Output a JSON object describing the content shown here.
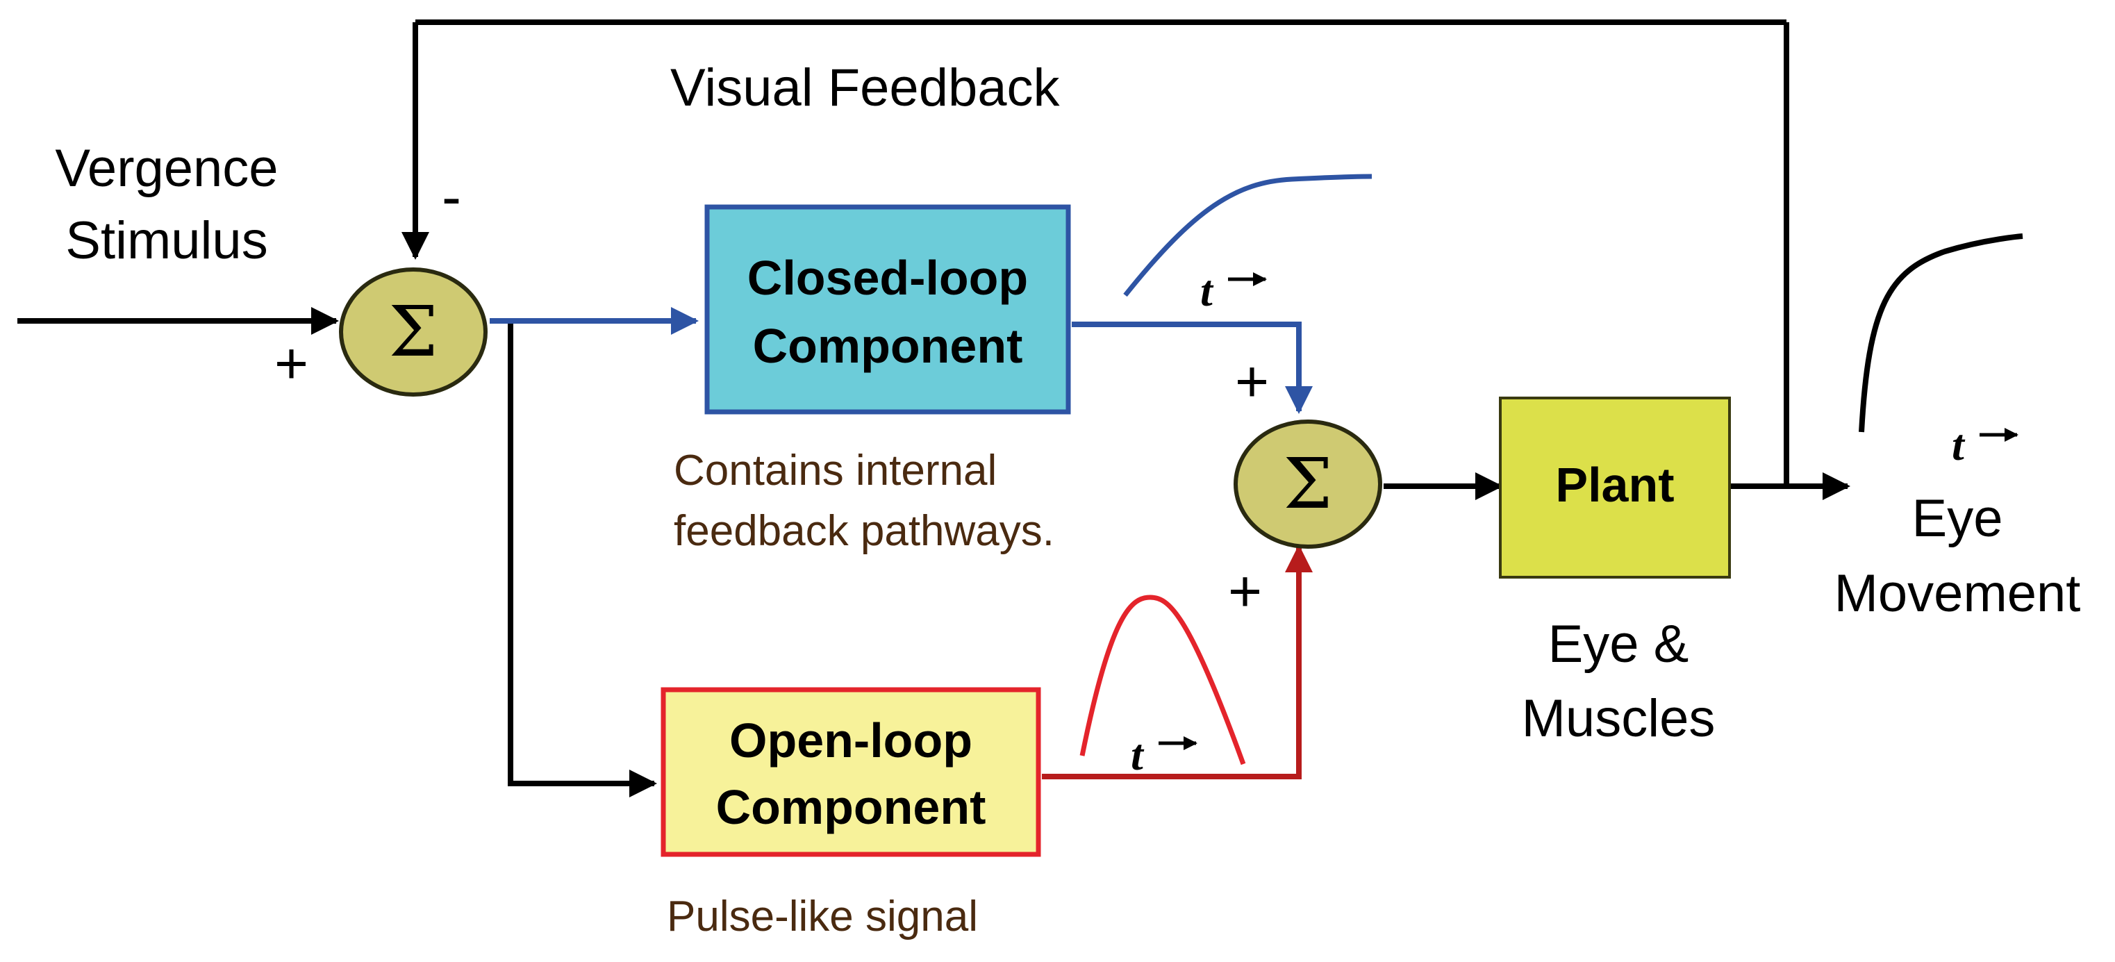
{
  "labels": {
    "visual_feedback": "Visual Feedback",
    "vergence_stimulus": [
      "Vergence",
      "Stimulus"
    ],
    "eye_movement": [
      "Eye",
      "Movement"
    ],
    "eye_muscles": [
      "Eye &",
      "Muscles"
    ]
  },
  "signs": {
    "minus": "-",
    "plus_input": "+",
    "plus_closed": "+",
    "plus_open": "+"
  },
  "sigma_symbol": "Σ",
  "time_label": "t",
  "blocks": {
    "closed_loop": {
      "lines": [
        "Closed-loop",
        "Component"
      ],
      "note": [
        "Contains internal",
        "feedback pathways."
      ],
      "fill": "#6cccd9",
      "border": "#2e54a4"
    },
    "open_loop": {
      "lines": [
        "Open-loop",
        "Component"
      ],
      "note": [
        "Pulse-like signal"
      ],
      "fill": "#f7f29a",
      "border": "#e4242b"
    },
    "plant": {
      "lines": [
        "Plant"
      ],
      "fill": "#dce04a",
      "border": "#3a3a10"
    }
  },
  "colors": {
    "closed_path": "#2e54a4",
    "open_path": "#b71c1c",
    "pulse_curve": "#e4242b",
    "main_path": "#000000",
    "note_text": "#4a2a10",
    "summer_fill": "#cfca72",
    "summer_border": "#2a2a10"
  }
}
